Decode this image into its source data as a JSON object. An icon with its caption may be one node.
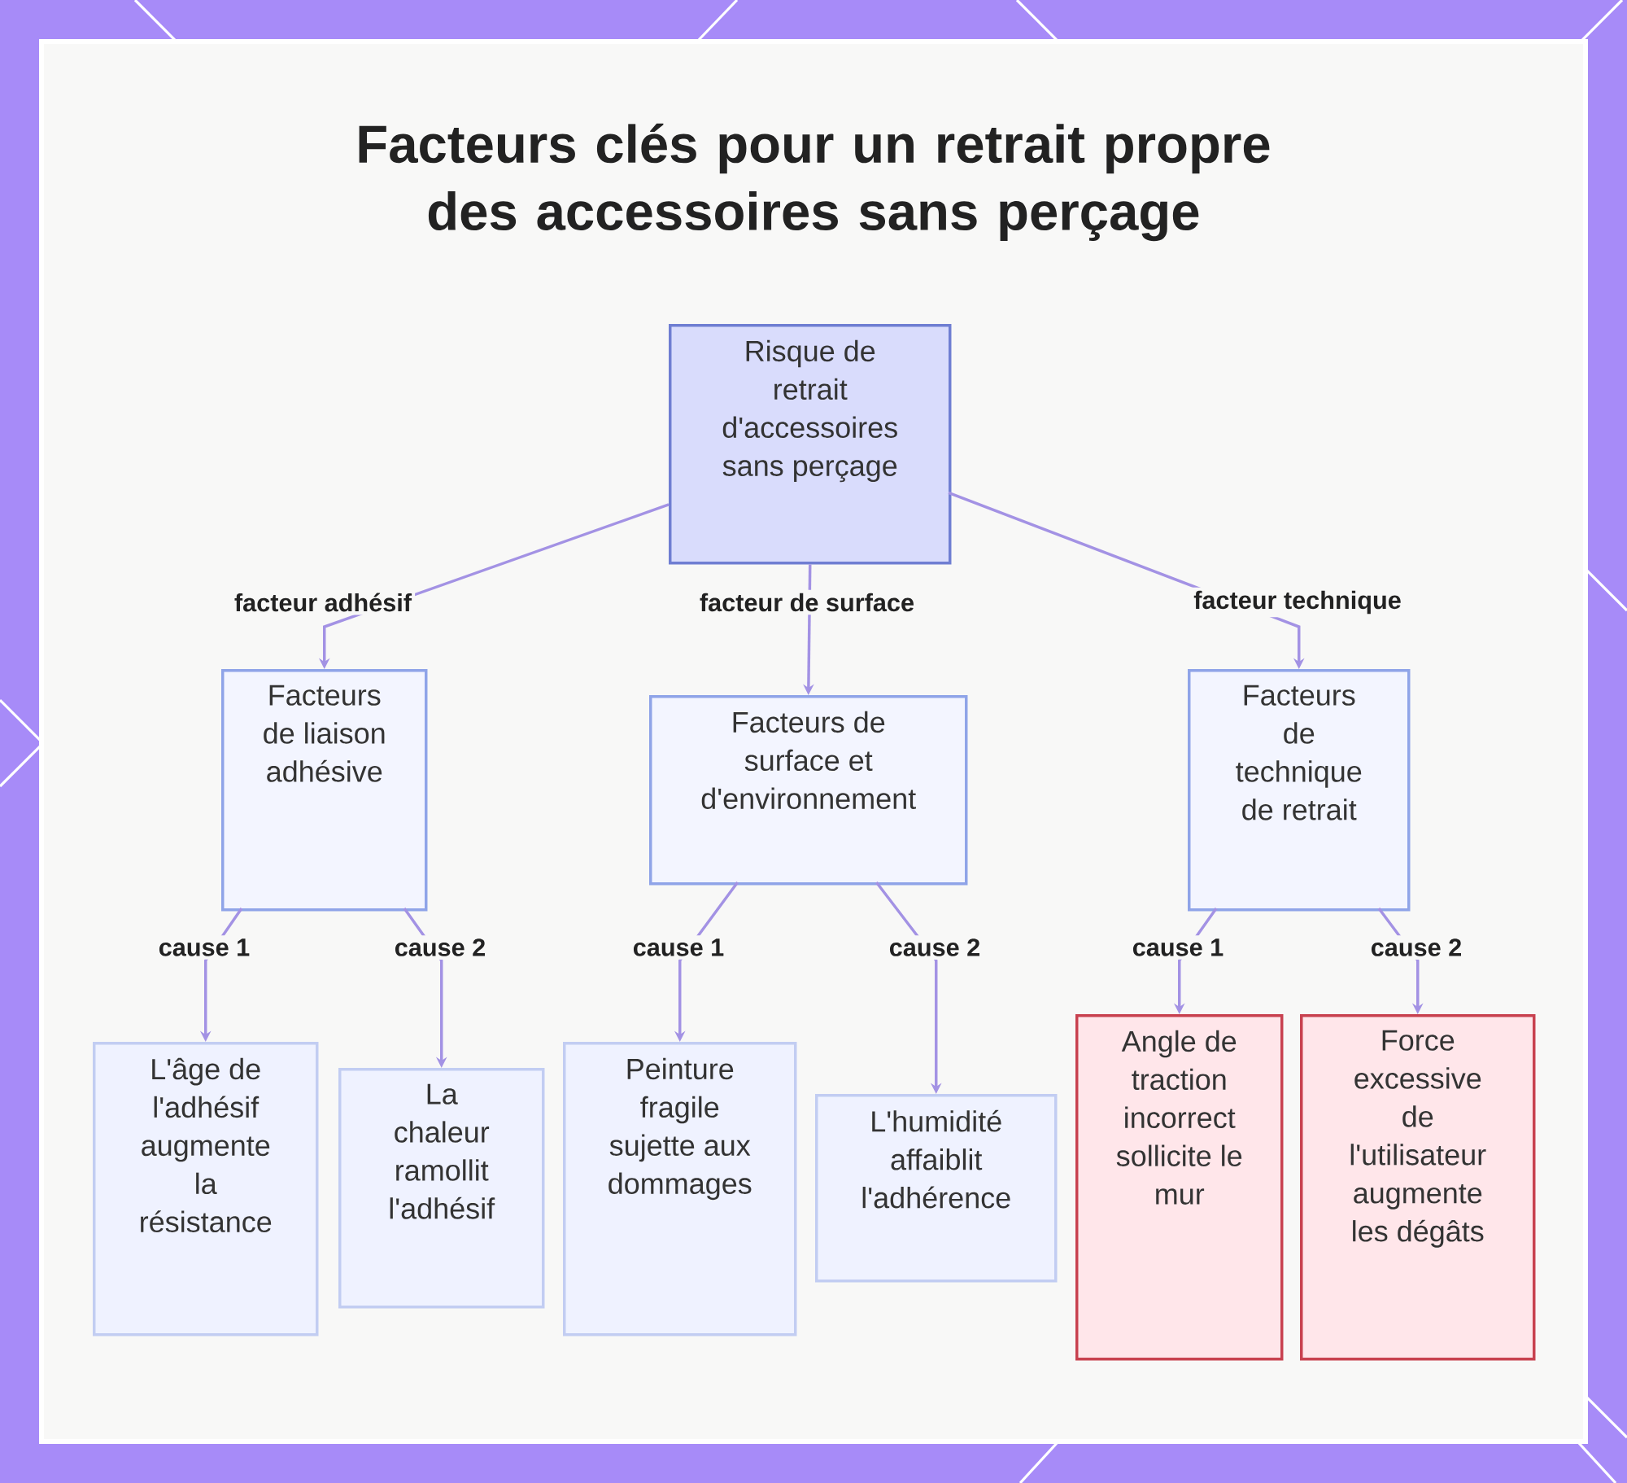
{
  "diagram": {
    "title": "Facteurs clés pour un retrait propre des accessoires sans perçage",
    "nodes": [
      {
        "text": [
          "Risque de retrait d'accessoires sans perçage"
        ]
      },
      {
        "text": [
          "Facteurs de liaison adhésive"
        ]
      },
      {
        "text": [
          "Facteurs de surface et d'environnement"
        ]
      },
      {
        "text": [
          "Facteurs de technique de retrait"
        ]
      },
      {
        "text": [
          "L'âge de l'adhésif augmente la résistance"
        ]
      },
      {
        "text": [
          "La chaleur ramollit l'adhésif"
        ]
      },
      {
        "text": [
          "Peinture fragile sujette aux dommages"
        ]
      },
      {
        "text": [
          "L'humidité affaiblit l'adhérence"
        ]
      },
      {
        "text": [
          "Angle de traction incorrect sollicite le mur"
        ]
      },
      {
        "text": [
          "Force excessive de l'utilisateur augmente les dégâts"
        ]
      }
    ],
    "edges": [
      {
        "from": 0,
        "to": 1,
        "arrow": "to",
        "label": "facteur adhésif"
      },
      {
        "from": 0,
        "to": 2,
        "arrow": "to",
        "label": "facteur de surface"
      },
      {
        "from": 0,
        "to": 3,
        "arrow": "to",
        "label": "facteur technique"
      },
      {
        "from": 1,
        "to": 4,
        "arrow": "to",
        "label": "cause 1"
      },
      {
        "from": 1,
        "to": 5,
        "arrow": "to",
        "label": "cause 2"
      },
      {
        "from": 2,
        "to": 6,
        "arrow": "to",
        "label": "cause 1"
      },
      {
        "from": 2,
        "to": 7,
        "arrow": "to",
        "label": "cause 2"
      },
      {
        "from": 3,
        "to": 8,
        "arrow": "to",
        "label": "cause 1"
      },
      {
        "from": 3,
        "to": 9,
        "arrow": "to",
        "label": "cause 2"
      }
    ]
  }
}
